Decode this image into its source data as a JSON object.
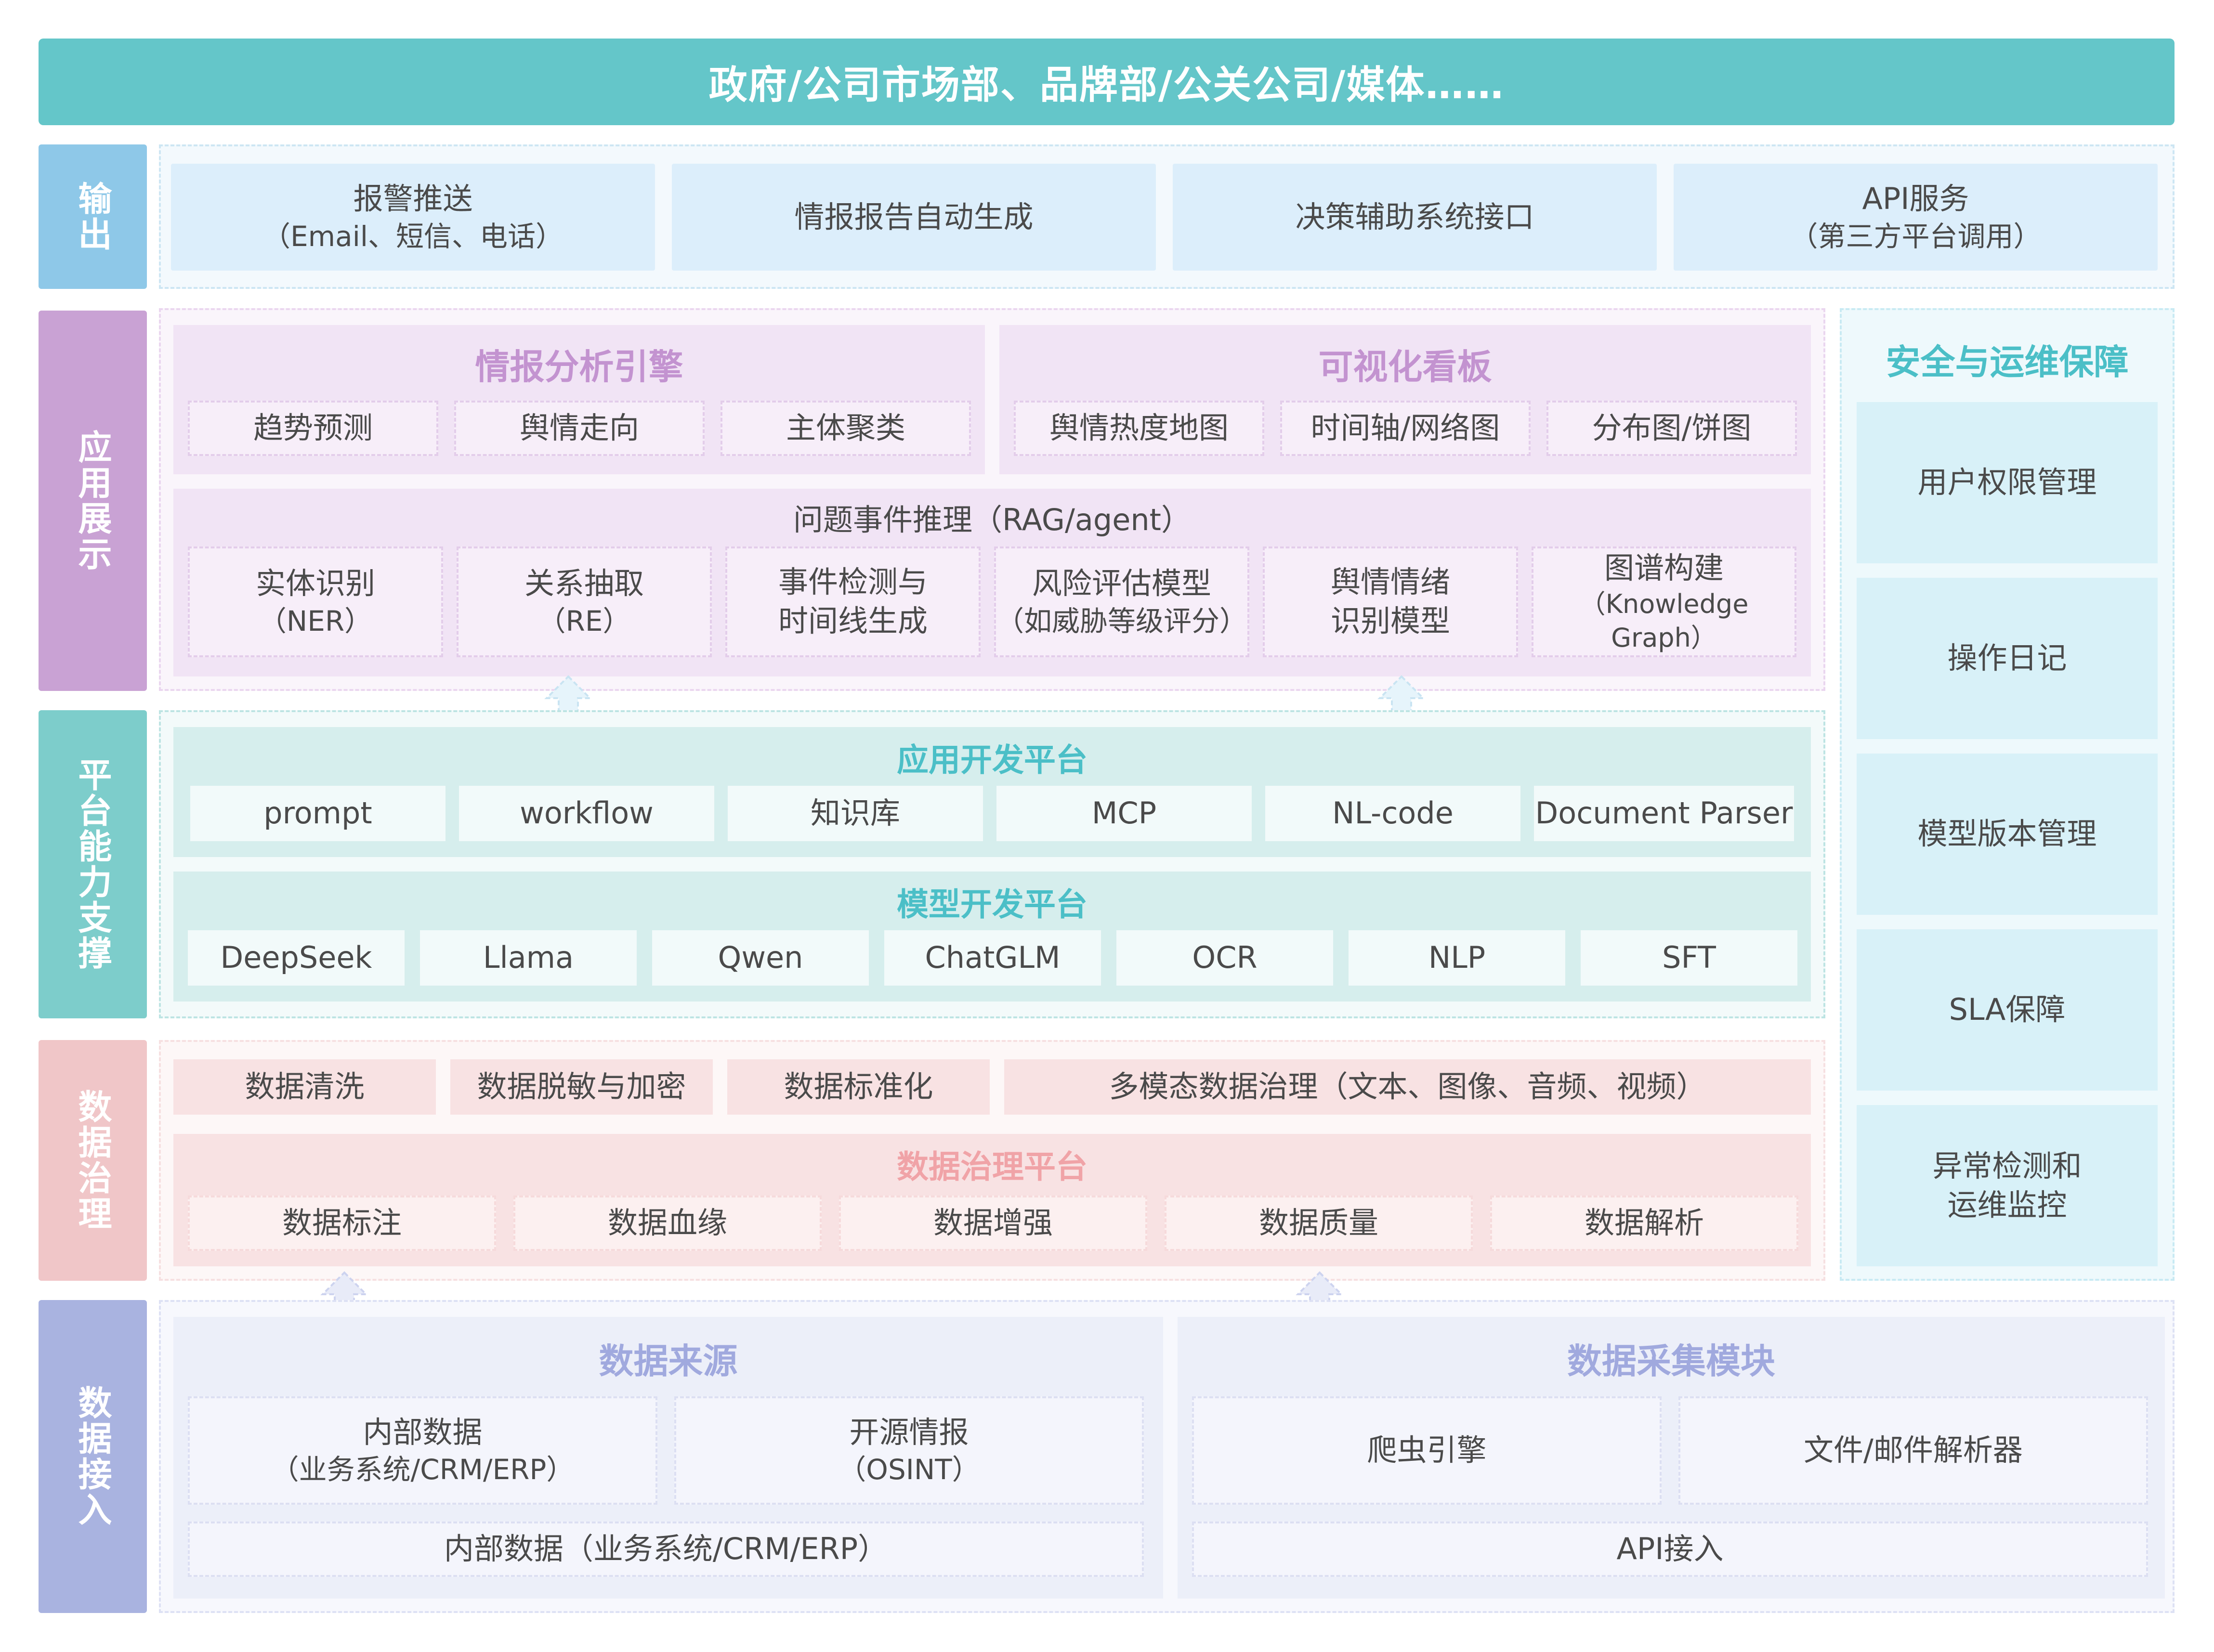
{
  "header": "政府/公司市场部、品牌部/公关公司/媒体……",
  "labels": {
    "output": "输出",
    "app": "应用展示",
    "platform": "平台能力支撑",
    "governance": "数据治理",
    "ingest": "数据接入"
  },
  "output": {
    "items": [
      {
        "line1": "报警推送",
        "line2": "（Email、短信、电话）"
      },
      {
        "line1": "情报报告自动生成",
        "line2": ""
      },
      {
        "line1": "决策辅助系统接口",
        "line2": ""
      },
      {
        "line1": "API服务",
        "line2": "（第三方平台调用）"
      }
    ]
  },
  "app": {
    "engine": {
      "title": "情报分析引擎",
      "items": [
        "趋势预测",
        "舆情走向",
        "主体聚类"
      ]
    },
    "dashboard": {
      "title": "可视化看板",
      "items": [
        "舆情热度地图",
        "时间轴/网络图",
        "分布图/饼图"
      ]
    },
    "reasoning": {
      "title": "问题事件推理（RAG/agent）",
      "items": [
        {
          "line1": "实体识别",
          "line2": "（NER）"
        },
        {
          "line1": "关系抽取",
          "line2": "（RE）"
        },
        {
          "line1": "事件检测与",
          "line2": "时间线生成"
        },
        {
          "line1": "风险评估模型",
          "line2": "（如威胁等级评分）"
        },
        {
          "line1": "舆情情绪",
          "line2": "识别模型"
        },
        {
          "line1": "图谱构建",
          "line2": "（Knowledge Graph）"
        }
      ]
    }
  },
  "platform": {
    "appdev": {
      "title": "应用开发平台",
      "items": [
        "prompt",
        "workflow",
        "知识库",
        "MCP",
        "NL-code",
        "Document Parser"
      ]
    },
    "modeldev": {
      "title": "模型开发平台",
      "items": [
        "DeepSeek",
        "Llama",
        "Qwen",
        "ChatGLM",
        "OCR",
        "NLP",
        "SFT"
      ]
    }
  },
  "governance": {
    "top": [
      "数据清洗",
      "数据脱敏与加密",
      "数据标准化",
      "多模态数据治理（文本、图像、音频、视频）"
    ],
    "platform": {
      "title": "数据治理平台",
      "items": [
        "数据标注",
        "数据血缘",
        "数据增强",
        "数据质量",
        "数据解析"
      ]
    }
  },
  "ingest": {
    "sources": {
      "title": "数据来源",
      "items": [
        {
          "line1": "内部数据",
          "line2": "（业务系统/CRM/ERP）"
        },
        {
          "line1": "开源情报",
          "line2": "（OSINT）"
        }
      ],
      "bottom": "内部数据（业务系统/CRM/ERP）"
    },
    "collect": {
      "title": "数据采集模块",
      "items": [
        "爬虫引擎",
        "文件/邮件解析器"
      ],
      "bottom": "API接入"
    }
  },
  "security": {
    "title": "安全与运维保障",
    "items": [
      "用户权限管理",
      "操作日记",
      "模型版本管理",
      "SLA保障",
      "异常检测和\n运维监控"
    ]
  },
  "colors": {
    "header": "#64c6c9",
    "output": "#8ec8e8",
    "app": "#c9a2d4",
    "platform": "#7dcdcb",
    "governance": "#f0c6c8",
    "ingest": "#a9b3e0",
    "security_title": "#4bbfc7"
  }
}
